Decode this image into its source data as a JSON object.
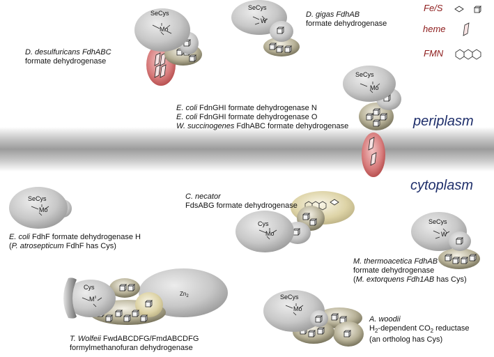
{
  "legend": {
    "fes": "Fe/S",
    "heme": "heme",
    "fmn": "FMN"
  },
  "regions": {
    "periplasm": "periplasm",
    "cytoplasm": "cytoplasm"
  },
  "cofactors": {
    "secys": "SeCys",
    "cys": "Cys",
    "mo": "Mo",
    "w": "W",
    "m": "M",
    "zn2": "Zn"
  },
  "labels": {
    "desulfuricans": {
      "species": "D. desulfuricans",
      "gene": "FdhABC",
      "line2": "formate dehydrogenase"
    },
    "gigas": {
      "species": "D. gigas",
      "gene": "FdhAB",
      "line2": "formate dehydrogenase"
    },
    "ecoli_n": {
      "species": "E. coli",
      "rest": "FdnGHI formate dehydrogenase N"
    },
    "ecoli_o": {
      "species": "E. coli",
      "rest": "FdnGHI formate dehydrogenase O"
    },
    "succinogenes": {
      "species": "W. succinogenes",
      "rest": "FdhABC formate dehydrogenase"
    },
    "ecoli_h": {
      "species": "E. coli",
      "gene": "FdhF",
      "rest": "formate dehydrogenase H",
      "note_open": "(",
      "note_species": "P. atrosepticum",
      "note_rest": "FdhF has Cys)"
    },
    "necator": {
      "species": "C. necator",
      "line2": "FdsABG formate dehydrogenase"
    },
    "thermoacetica": {
      "species": "M. thermoacetica",
      "gene": "FdhAB",
      "line2": "formate dehydrogenase",
      "note_open": "(",
      "note_species": "M. extorquens",
      "note_gene": "Fdh1AB",
      "note_rest": "has Cys)"
    },
    "wolfeii": {
      "species": "T. Wolfeii",
      "gene": "FwdABCDFG/FmdABCDFG",
      "line2": "formylmethanofuran dehydrogenase"
    },
    "woodii": {
      "species": "A. woodii",
      "h2": "H",
      "h2sub": "2",
      "h2rest": "-dependent CO",
      "co2sub": "2",
      "co2rest": " reductase",
      "note": "(an ortholog has Cys)"
    }
  }
}
